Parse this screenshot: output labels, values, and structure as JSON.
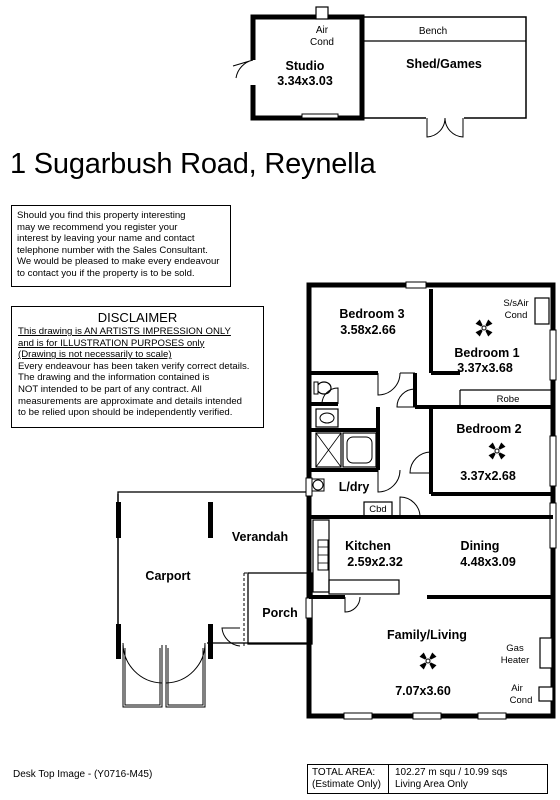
{
  "title": "1 Sugarbush Road, Reynella",
  "interest_text": "Should you find this property interesting\nmay we recommend you register your\ninterest by leaving your name and contact\ntelephone number with the Sales Consultant.\nWe would be pleased to make every endeavour\nto contact you if the property is to be sold.",
  "disclaimer": {
    "heading": "DISCLAIMER",
    "line1": "This drawing is AN ARTISTS IMPRESSION ONLY",
    "line2": "and is for ILLUSTRATION PURPOSES only",
    "line3": "(Drawing is not necessarily to scale)",
    "body": "Every endeavour has been taken verify correct details.\nThe drawing and the information contained is\nNOT intended to be part of any contract.  All\nmeasurements are approximate and details intended\nto be relied upon should be independently verified."
  },
  "rooms": {
    "studio_name": "Studio",
    "studio_size": "3.34x3.03",
    "studio_aircond_1": "Air",
    "studio_aircond_2": "Cond",
    "bench": "Bench",
    "shed": "Shed/Games",
    "bed3_name": "Bedroom 3",
    "bed3_size": "3.58x2.66",
    "bed1_name": "Bedroom 1",
    "bed1_size": "3.37x3.68",
    "ssair_1": "S/sAir",
    "ssair_2": "Cond",
    "robe": "Robe",
    "bed2_name": "Bedroom 2",
    "bed2_size": "3.37x2.68",
    "ldry": "L/dry",
    "cbd": "Cbd",
    "verandah": "Verandah",
    "carport": "Carport",
    "kitchen_name": "Kitchen",
    "kitchen_size": "2.59x2.32",
    "dining_name": "Dining",
    "dining_size": "4.48x3.09",
    "porch": "Porch",
    "family_name": "Family/Living",
    "family_size": "7.07x3.60",
    "gas_1": "Gas",
    "gas_2": "Heater",
    "aircond2_1": "Air",
    "aircond2_2": "Cond"
  },
  "footer": "Desk Top Image - (Y0716-M45)",
  "total_area": {
    "label1": "TOTAL AREA:",
    "label2": "(Estimate Only)",
    "value1": "102.27 m squ / 10.99 sqs",
    "value2": "Living Area Only"
  }
}
